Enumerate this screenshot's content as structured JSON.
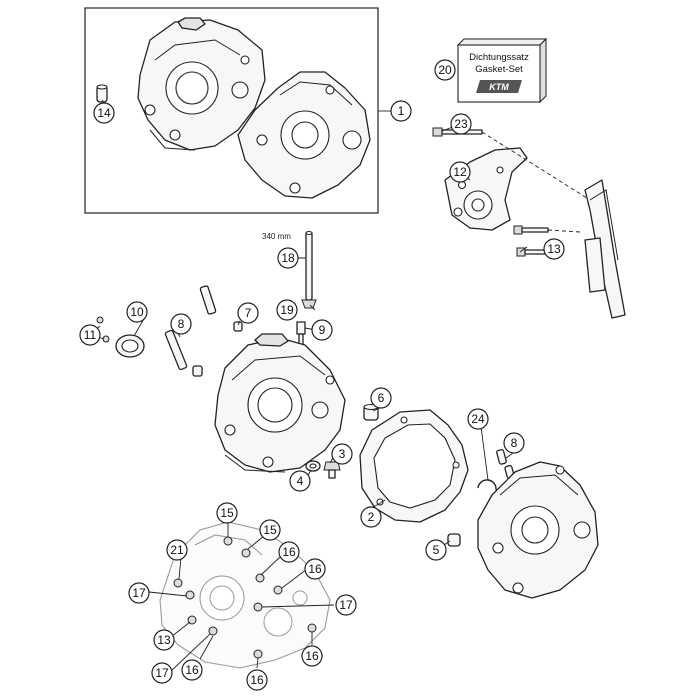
{
  "callouts": [
    {
      "id": "c1",
      "label": "1"
    },
    {
      "id": "c2",
      "label": "2"
    },
    {
      "id": "c3",
      "label": "3"
    },
    {
      "id": "c4",
      "label": "4"
    },
    {
      "id": "c5",
      "label": "5"
    },
    {
      "id": "c6",
      "label": "6"
    },
    {
      "id": "c7",
      "label": "7"
    },
    {
      "id": "c8a",
      "label": "8"
    },
    {
      "id": "c8b",
      "label": "8"
    },
    {
      "id": "c9",
      "label": "9"
    },
    {
      "id": "c10",
      "label": "10"
    },
    {
      "id": "c11",
      "label": "11"
    },
    {
      "id": "c12",
      "label": "12"
    },
    {
      "id": "c13a",
      "label": "13"
    },
    {
      "id": "c13b",
      "label": "13"
    },
    {
      "id": "c14",
      "label": "14"
    },
    {
      "id": "c15a",
      "label": "15"
    },
    {
      "id": "c15b",
      "label": "15"
    },
    {
      "id": "c16a",
      "label": "16"
    },
    {
      "id": "c16b",
      "label": "16"
    },
    {
      "id": "c16c",
      "label": "16"
    },
    {
      "id": "c16d",
      "label": "16"
    },
    {
      "id": "c16e",
      "label": "16"
    },
    {
      "id": "c17a",
      "label": "17"
    },
    {
      "id": "c17b",
      "label": "17"
    },
    {
      "id": "c17c",
      "label": "17"
    },
    {
      "id": "c18",
      "label": "18"
    },
    {
      "id": "c19",
      "label": "19"
    },
    {
      "id": "c20",
      "label": "20"
    },
    {
      "id": "c21",
      "label": "21"
    },
    {
      "id": "c23",
      "label": "23"
    },
    {
      "id": "c24",
      "label": "24"
    }
  ],
  "gasket_box": {
    "line1": "Dichtungssatz",
    "line2": "Gasket-Set",
    "logo": "KTM"
  },
  "dimension_label": "340 mm"
}
